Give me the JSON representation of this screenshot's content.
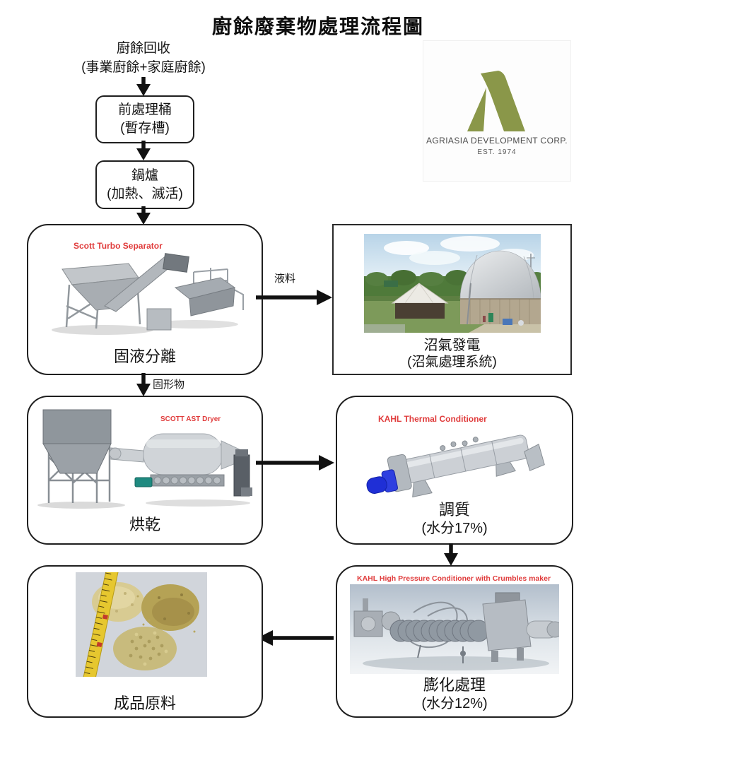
{
  "title": "廚餘廢棄物處理流程圖",
  "logo": {
    "company": "AGRIASIA DEVELOPMENT CORP.",
    "est": "EST. 1974"
  },
  "nodes": {
    "source": {
      "line1": "廚餘回收",
      "line2": "(事業廚餘+家庭廚餘)"
    },
    "pretank": {
      "line1": "前處理桶",
      "line2": "(暫存槽)"
    },
    "boiler": {
      "line1": "鍋爐",
      "line2": "(加熱、滅活)"
    },
    "separation": {
      "label": "固液分離",
      "machine_label": "Scott Turbo Separator"
    },
    "biogas": {
      "line1": "沼氣發電",
      "line2": "(沼氣處理系統)"
    },
    "drying": {
      "label": "烘乾",
      "machine_label": "SCOTT AST Dryer"
    },
    "conditioning": {
      "line1": "調質",
      "line2": "(水分17%)",
      "machine_label": "KAHL Thermal Conditioner"
    },
    "expansion": {
      "line1": "膨化處理",
      "line2": "(水分12%)",
      "machine_label": "KAHL High Pressure Conditioner with Crumbles maker"
    },
    "product": {
      "label": "成品原料"
    }
  },
  "edges": {
    "liquid": "液料",
    "solid": "固形物"
  },
  "colors": {
    "machine_label_red": "#e03c3c",
    "logo_olive": "#8a9749",
    "flow_line_black": "#111111"
  }
}
